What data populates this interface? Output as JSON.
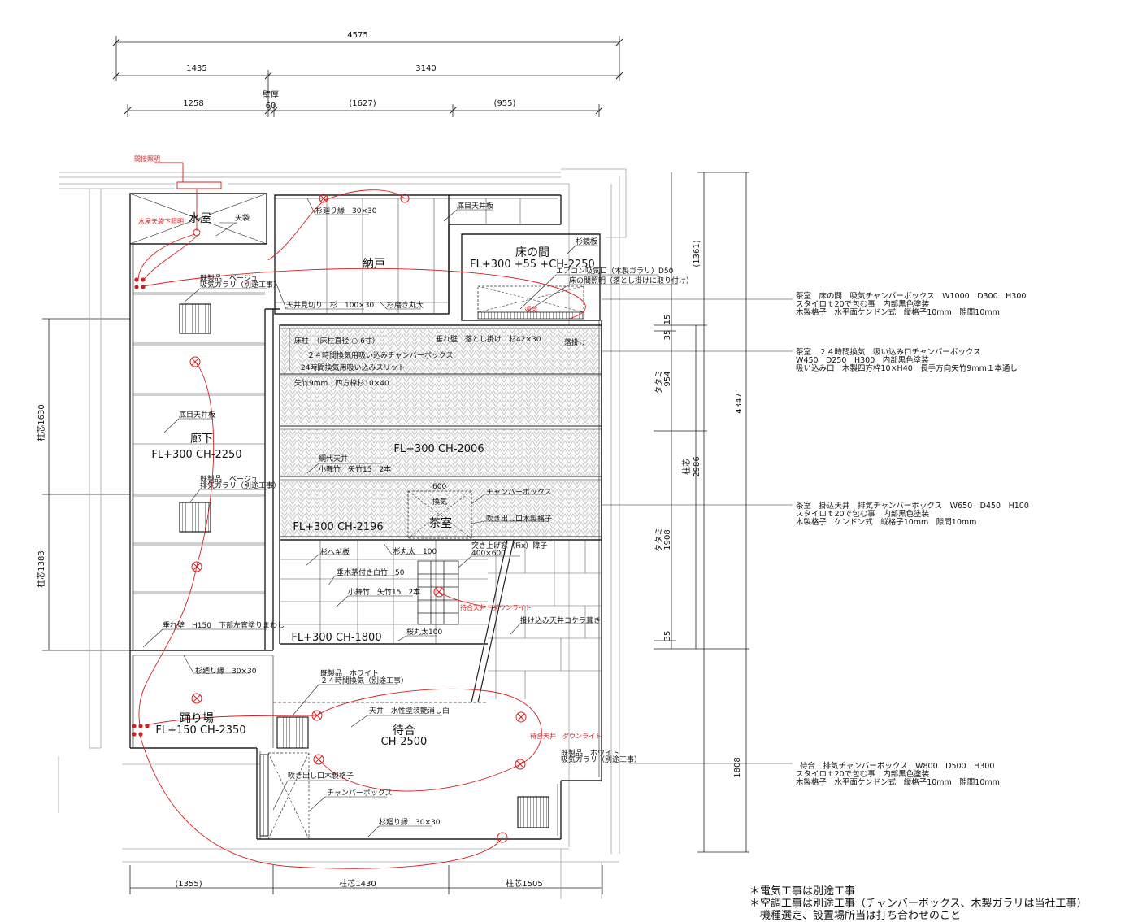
{
  "dimensions": {
    "total_top": "4575",
    "top_left": "1435",
    "top_right": "3140",
    "wall_label": "壁厚",
    "wall_value": "60",
    "sub_1": "1258",
    "sub_2": "(1627)",
    "sub_3": "(955)",
    "right_1361": "(1361)",
    "right_15": "15",
    "right_35a": "35",
    "right_tatami1_label": "タタミ",
    "right_tatami1_value": "954",
    "right_tatami2_label": "タタミ",
    "right_tatami2_value": "1908",
    "right_35b": "35",
    "right_center_label": "柱芯",
    "right_center_value": "2986",
    "right_total": "4347",
    "right_1808": "1808",
    "left_upper": "柱芯1630",
    "left_lower": "柱芯1383",
    "bottom_1": "(1355)",
    "bottom_2": "柱芯1430",
    "bottom_3": "柱芯1505"
  },
  "rooms": {
    "mizuya": "水屋",
    "nando": "納戸",
    "tokonoma": "床の間",
    "tokonoma_level": "FL+300 +55 +CH-2250",
    "roka": "廊下",
    "roka_level": "FL+300 CH-2250",
    "chashitsu": "茶室",
    "cha_level1": "FL+300 CH-2006",
    "cha_level2": "FL+300 CH-2196",
    "cha_level3": "FL+300 CH-1800",
    "odoriba": "踊り場",
    "odoriba_level": "FL+150 CH-2350",
    "machiai": "待合",
    "machiai_level": "CH-2500"
  },
  "notes": {
    "tenbukuro": "天袋",
    "sugimawari1": "杉廻り縁　30×30",
    "sokome1": "底目天井板",
    "sugikagami": "杉鏡板",
    "kiseihin1a": "既製品　ベージュ",
    "kiseihin1b": "吸気ガラリ（別途工事）",
    "tenjomikiri": "天井見切り　杉　100×30",
    "sugimigaki": "杉磨き丸太",
    "aircon": "エアコン吸気口（木製ガラリ）D50",
    "tokoshomei": "床の間照明（落とし掛けに取り付け）",
    "hanaotoshi": "落掛け",
    "tarekabe_cha": "垂れ壁　落とし掛け　杉42×30",
    "otoshigake2": "床柱　（床柱直径 ○ 6寸）",
    "kyuki_note": "２４時間換気用吸い込みチャンバーボックス",
    "kyuki_slit": "24時間換気用吸い込みスリット",
    "yadake": "矢竹9mm　四方枠杉10×40",
    "amishiro": "網代天井",
    "komai1": "小舞竹　矢竹15　2本",
    "chamber_cha": "チャンバーボックス",
    "fukidashi_cha": "吹き出し口木製格子",
    "sokome2": "底目天井板",
    "kiseihin2a": "既製品　ベージュ",
    "kiseihin2b": "排気ガラリ（別途工事）",
    "suginegi": "杉へギ板",
    "sugimaruta": "杉丸太　100",
    "tsukiage": "突き上げ窓（Fix）障子",
    "tsukiage_size": "400×600",
    "kaya": "垂木茅付き白竹　50",
    "komai2": "小舞竹　矢竹15　2本",
    "kakekomi": "掛け込み天井コケラ葺き",
    "sakuramaruta": "桜丸太100",
    "tarekabe": "垂れ壁　H150　下部左官塗りまわし",
    "sugimawari2": "杉廻り縁　30×30",
    "kiseihin3a": "既製品　ホワイト",
    "kiseihin3b": "２４時間換気（別途工事）",
    "tenjo_paint": "天井　水性塗装艶消し白",
    "fukidashi": "吹き出し口木製格子",
    "chamber": "チャンバーボックス",
    "sugimawari3": "杉廻り縁　30×30",
    "kiseihin4a": "既製品　ホワイト",
    "kiseihin4b": "吸気ガラリ（別途工事）",
    "num600": "600",
    "small_kanki": "換気"
  },
  "red_labels": {
    "kansetsu": "間接照明",
    "mizuya_light": "水屋天袋下照明",
    "kaki": "吸気",
    "cha_down": "待合天井　ダウンライト",
    "machiai_down": "待合天井　ダウンライト"
  },
  "specs": {
    "s1_l1": "茶室　床の間　吸気チャンバーボックス　W1000　D300　H300",
    "s1_l2": "スタイロｔ20で包む事　内部黒色塗装",
    "s1_l3": "木製格子　水平面ケンドン式　縦格子10mm　隙間10mm",
    "s2_l1": "茶室　２４時間換気　吸い込み口チャンバーボックス",
    "s2_l2": "W450　D250　H300　内部黒色塗装",
    "s2_l3": "吸い込み口　木製四方枠10×H40　長手方向矢竹9mm１本通し",
    "s3_l1": "茶室　掛込天井　排気チャンバーボックス　W650　D450　H100",
    "s3_l2": "スタイロｔ20で包む事　内部黒色塗装",
    "s3_l3": "木製格子　ケンドン式　縦格子10mm　隙間10mm",
    "s4_l1": "待合　排気チャンバーボックス　W800　D500　H300",
    "s4_l2": "スタイロｔ20で包む事　内部黒色塗装",
    "s4_l3": "木製格子　水平面ケンドン式　縦格子10mm　隙間10mm"
  },
  "footer": {
    "f1": "＊電気工事は別途工事",
    "f2": "＊空調工事は別途工事（チャンバーボックス、木製ガラリは当社工事）",
    "f3": "　機種選定、設置場所当は打ち合わせのこと"
  },
  "colors": {
    "line": "#222222",
    "light": "#9a9a9a",
    "red": "#d42020"
  }
}
